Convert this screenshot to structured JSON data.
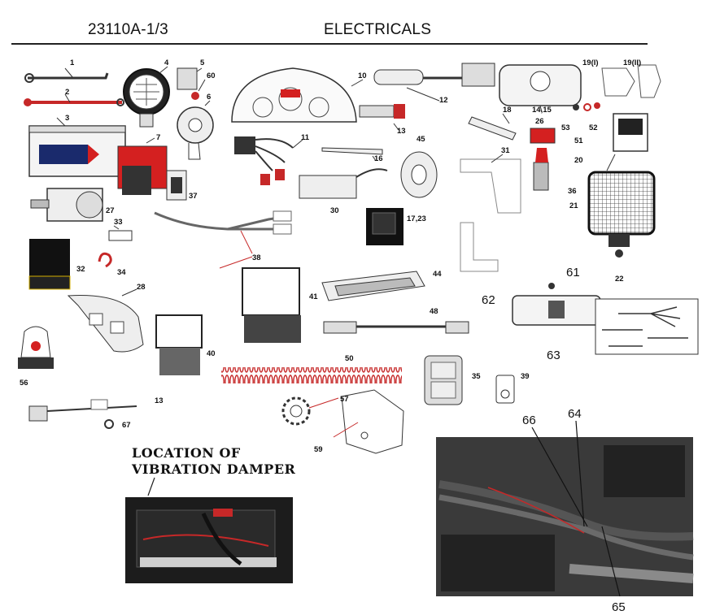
{
  "header": {
    "part_number": "23110A-1/3",
    "title": "ELECTRICALS"
  },
  "callouts": [
    "1",
    "2",
    "3",
    "4",
    "5",
    "60",
    "6",
    "7",
    "10",
    "11",
    "12",
    "13",
    "14,15",
    "16",
    "17,23",
    "18",
    "19(I)",
    "19(II)",
    "20",
    "21",
    "22",
    "26",
    "27",
    "28",
    "30",
    "31",
    "32",
    "33",
    "34",
    "35",
    "36",
    "37",
    "38",
    "39",
    "40",
    "41",
    "44",
    "45",
    "48",
    "50",
    "51",
    "52",
    "53",
    "56",
    "57",
    "59",
    "61",
    "62",
    "63",
    "13",
    "67",
    "64",
    "65",
    "66"
  ],
  "location_note": {
    "line1": "LOCATION OF",
    "line2": "VIBRATION DAMPER"
  },
  "colors": {
    "line": "#222222",
    "red_parts": "#d42020",
    "photo_dark": "#1e1e1e"
  }
}
